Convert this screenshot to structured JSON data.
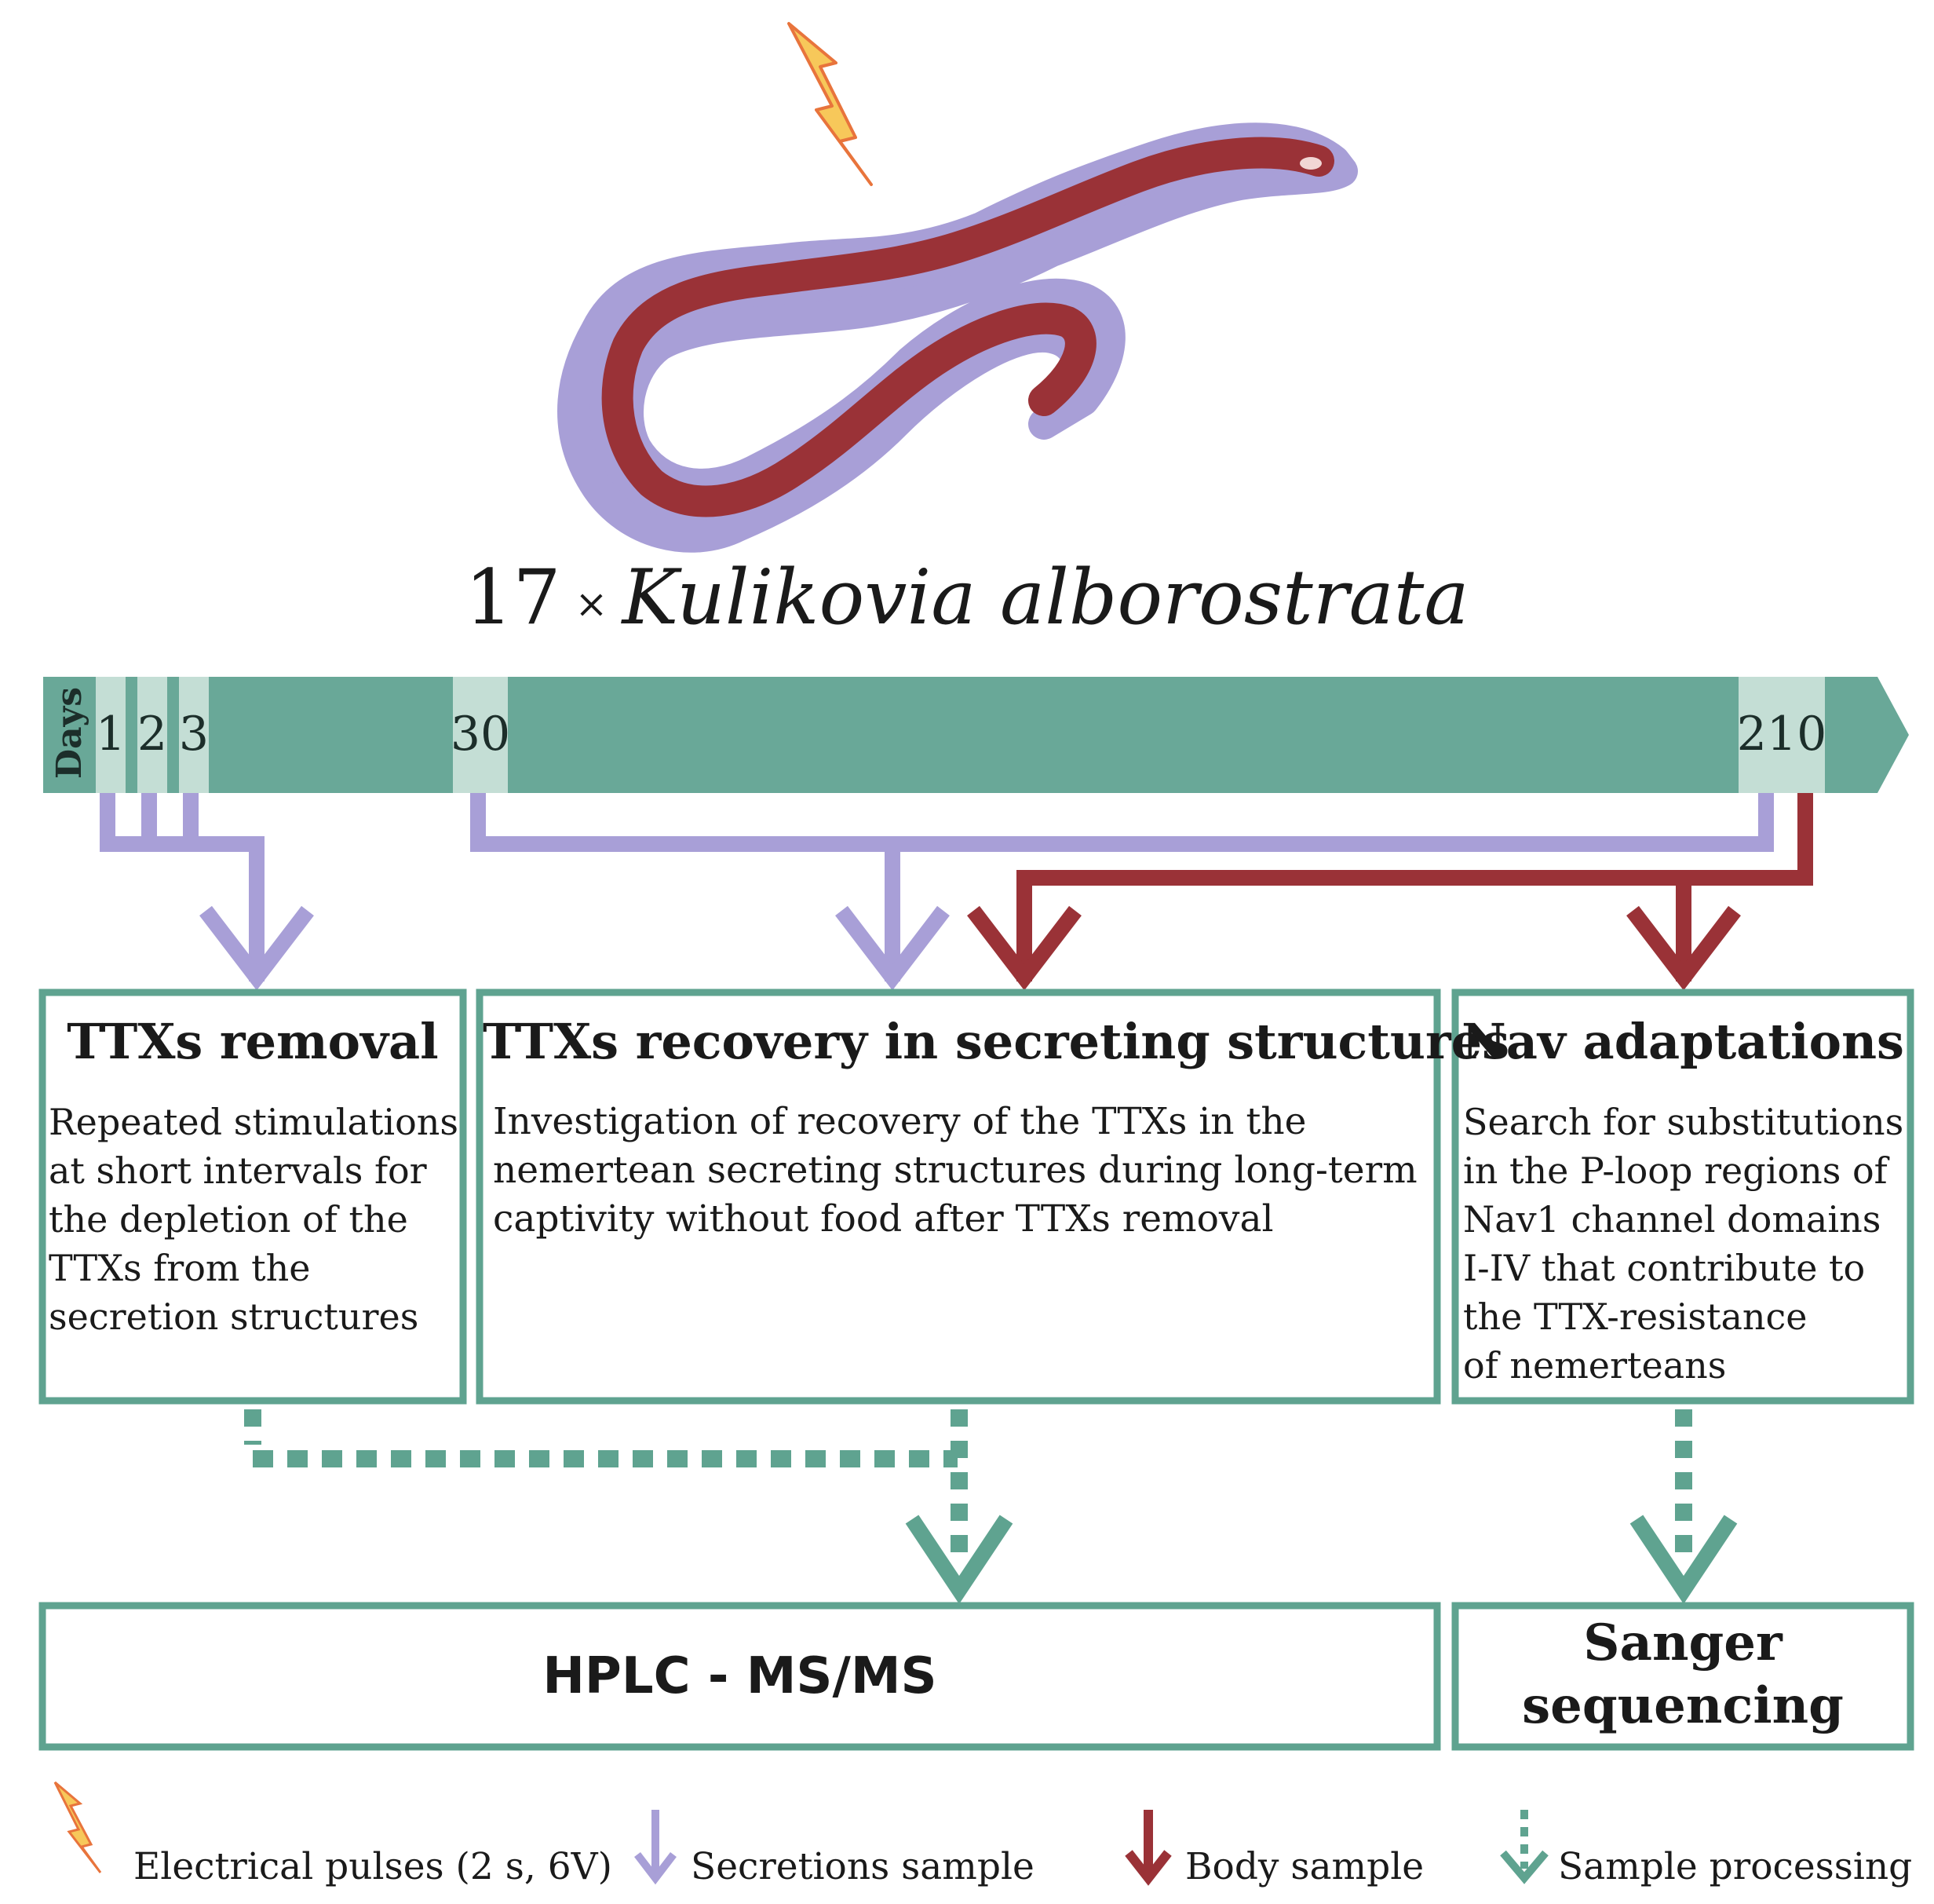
{
  "title": {
    "count": "17",
    "times": "×",
    "species": "Kulikovia alborostrata"
  },
  "timeline": {
    "axis_label": "Days",
    "days": [
      "1",
      "2",
      "3",
      "30",
      "210"
    ]
  },
  "boxes": {
    "removal": {
      "title": "TTXs removal",
      "text": "Repeated stimulations\nat short intervals for\nthe depletion of the\nTTXs from the\nsecretion structures"
    },
    "recovery": {
      "title": "TTXs recovery in secreting structures",
      "text": "Investigation of recovery of the TTXs in the\nnemertean secreting structures during long-term\ncaptivity without food after TTXs removal"
    },
    "nav": {
      "title": "Nav adaptations",
      "text": "Search for substitutions\nin the P-loop regions of\nNav1 channel domains\nI-IV that contribute to\nthe TTX-resistance\nof nemerteans"
    }
  },
  "processing": {
    "hplc": "HPLC - MS/MS",
    "sanger_line1": "Sanger",
    "sanger_line2": "sequencing"
  },
  "legend": {
    "pulses": "Electrical pulses (2 s, 6V)",
    "secretions": "Secretions sample",
    "body": "Body sample",
    "processing": "Sample processing"
  },
  "colors": {
    "teal": "#69a898",
    "teal_light": "#c4ded5",
    "lavender": "#a89fd7",
    "body_red": "#9a3237",
    "box_border": "#5fa390",
    "bolt_fill": "#f7c85a",
    "bolt_stroke": "#e8743c"
  }
}
